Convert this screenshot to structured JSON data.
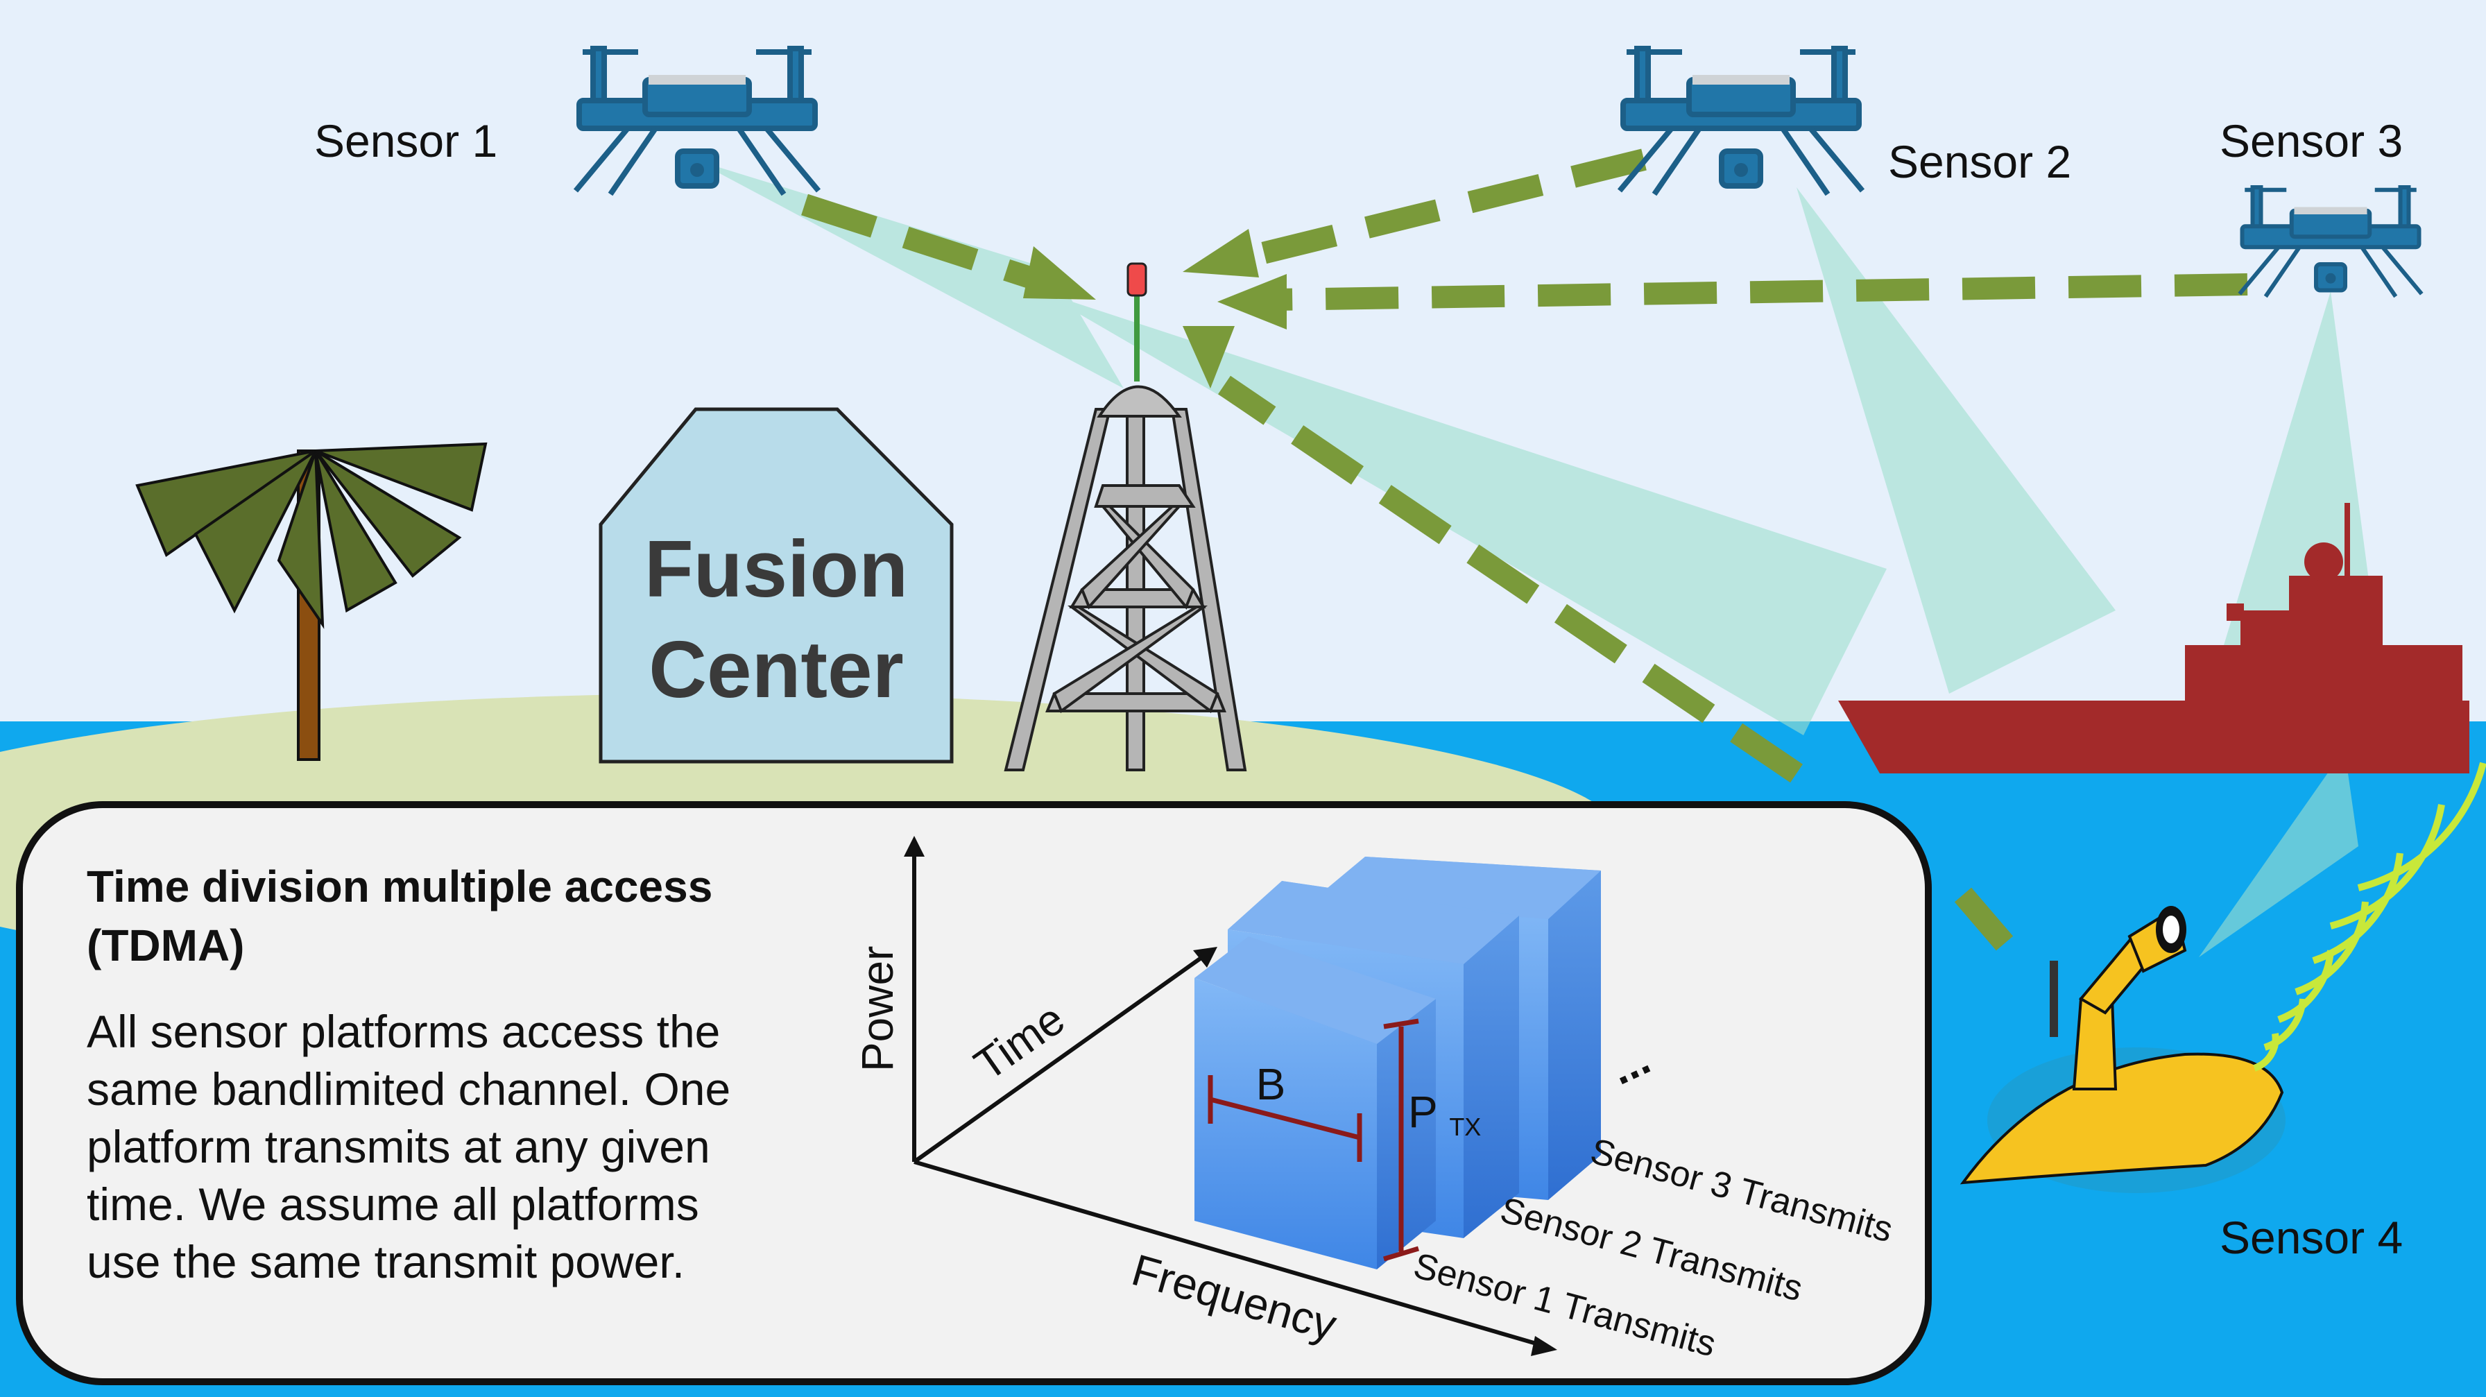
{
  "labels": {
    "sensor1": "Sensor 1",
    "sensor2": "Sensor 2",
    "sensor3": "Sensor 3",
    "sensor4": "Sensor 4",
    "fusion_line1": "Fusion",
    "fusion_line2": "Center"
  },
  "panel": {
    "title_line1": "Time division multiple access",
    "title_line2": "(TDMA)",
    "body_lines": [
      "All sensor platforms access the",
      "same bandlimited channel. One",
      "platform transmits at any given",
      "time. We assume all platforms",
      "use the same transmit power."
    ]
  },
  "plot": {
    "axis_power": "Power",
    "axis_time": "Time",
    "axis_frequency": "Frequency",
    "bandwidth": "B",
    "power_main": "P",
    "power_sub": "TX",
    "ellipsis": "...",
    "transmits": [
      "Sensor 1 Transmits",
      "Sensor 2 Transmits",
      "Sensor 3 Transmits"
    ]
  },
  "colors": {
    "sky": "#e6f0fb",
    "sea": "#0fa8ee",
    "island": "#d9e3b6",
    "drone": "#2176a8",
    "link_arrow": "#7a9a3a",
    "beam": "#9fe0cf",
    "ship": "#a32a2a",
    "buoy": "#f6c320",
    "block": "#5b9ae8",
    "fusion_building": "#b8dcea",
    "signal": "#c8e83a"
  }
}
